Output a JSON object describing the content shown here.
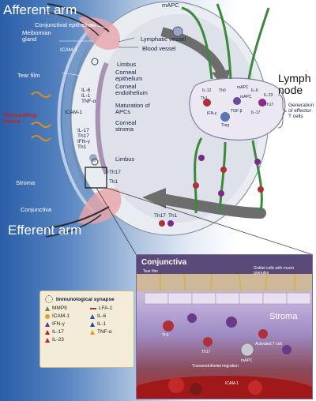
{
  "headings": {
    "afferent": "Afferent arm",
    "efferent": "Efferent arm",
    "lymph_node": "Lymph\nnode"
  },
  "labels": {
    "mapc": "mAPC",
    "conjunctival_epithelium": "Conjunctival epithelium",
    "meibomian_gland": "Meibomian gland",
    "icam1": "ICAM-1",
    "lymphatic_vessel": "Lymphatic vessel",
    "blood_vessel": "Blood vessel",
    "limbus_top": "Limbus",
    "tear_film": "Tear film",
    "il6": "IL-6",
    "il1": "IL-1",
    "tnfa": "TNF-α",
    "icam1_b": "ICAM-1",
    "corneal_epithelium": "Corneal epithelium",
    "corneal_endothelium": "Corneal endothelium",
    "maturation": "Maturation of APCs",
    "corneal_stroma": "Corneal stroma",
    "desiccating": "Desiccating stress",
    "il17": "IL-17",
    "th17": "Th17",
    "ifng": "IFN-γ",
    "th1": "Th1",
    "limbus_bottom": "Limbus",
    "stroma": "Stroma",
    "th17_b": "Th17",
    "th1_b": "Th1",
    "conjunctiva": "Conjunctiva",
    "th17_c": "Th17",
    "th1_c": "Th1",
    "generation": "Generation of effector T cells",
    "ln_il12": "IL-12",
    "ln_th0": "Th0",
    "ln_ifng": "IFN-γ",
    "ln_mapc": "mAPC",
    "ln_il6": "IL-6",
    "ln_il23": "IL-23",
    "ln_th1": "Th1",
    "ln_treg": "Treg",
    "ln_tgfb": "TGF-β",
    "ln_il17": "IL-17",
    "ln_th17": "Th17",
    "ln_mapc2": "mAPC"
  },
  "legend": {
    "title": "Immunological synapse",
    "items": [
      {
        "label": "MMP9",
        "color": "#6a8a3a",
        "symbol": "triangle"
      },
      {
        "label": "LFA-1",
        "color": "#b0303a",
        "symbol": "line"
      },
      {
        "label": "ICAM-1",
        "color": "#e2a020",
        "symbol": "circle"
      },
      {
        "label": "IL-6",
        "color": "#3050b0",
        "symbol": "triangle"
      },
      {
        "label": "IFN-γ",
        "color": "#7a2a8a",
        "symbol": "triangle"
      },
      {
        "label": "IL-1",
        "color": "#204a9a",
        "symbol": "triangle"
      },
      {
        "label": "IL-17",
        "color": "#c02020",
        "symbol": "triangle"
      },
      {
        "label": "TNF-α",
        "color": "#e0a020",
        "symbol": "triangle"
      },
      {
        "label": "IL-23",
        "color": "#d02020",
        "symbol": "triangle"
      }
    ]
  },
  "inset": {
    "title": "Conjunctiva",
    "tear_film": "Tear film",
    "goblet": "Goblet cells with mucin granules",
    "stroma": "Stroma",
    "th1": "Th1",
    "th17": "Th17",
    "mapc": "mAPC",
    "activated": "Activated T cell",
    "transendothelial": "Transendothelial migration",
    "icam": "ICAM-1"
  }
}
